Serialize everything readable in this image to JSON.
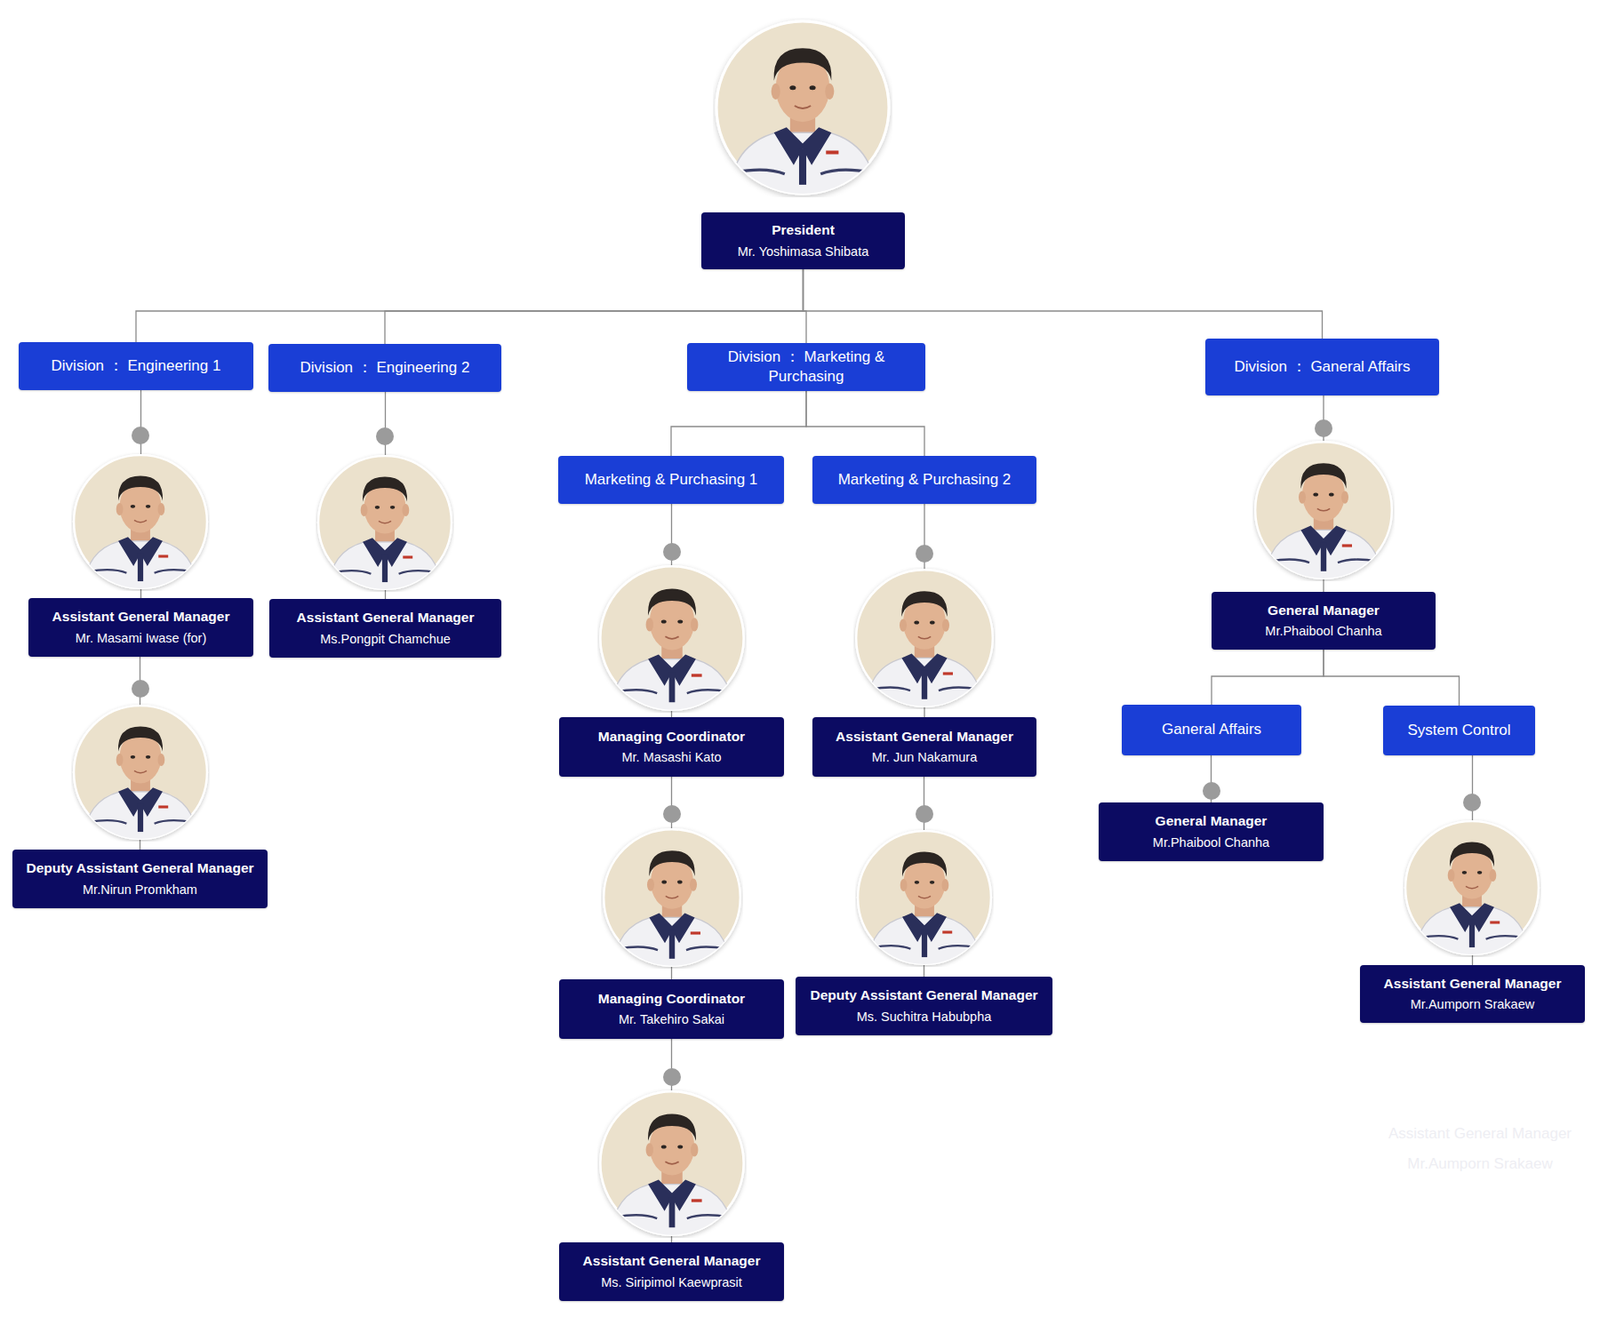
{
  "diagram": {
    "nodes": [
      {
        "text": [
          "President",
          "Mr. Yoshimasa Shibata"
        ]
      },
      {
        "text": [
          "Division ： Engineering 1"
        ]
      },
      {
        "text": [
          "Division ： Engineering 2"
        ]
      },
      {
        "text": [
          "Division ： Marketing & Purchasing"
        ]
      },
      {
        "text": [
          "Division ： Ganeral Affairs"
        ]
      },
      {
        "text": [
          "Marketing & Purchasing 1"
        ]
      },
      {
        "text": [
          "Marketing & Purchasing 2"
        ]
      },
      {
        "text": [
          "Assistant General Manager",
          "Mr. Masami Iwase (for)"
        ]
      },
      {
        "text": [
          "Assistant General Manager",
          "Ms.Pongpit Chamchue"
        ]
      },
      {
        "text": [
          "General Manager",
          "Mr.Phaibool Chanha"
        ]
      },
      {
        "text": [
          "Managing Coordinator",
          "Mr. Masashi Kato"
        ]
      },
      {
        "text": [
          "Assistant General Manager",
          "Mr. Jun Nakamura"
        ]
      },
      {
        "text": [
          "Ganeral Affairs"
        ]
      },
      {
        "text": [
          "System Control"
        ]
      },
      {
        "text": [
          "General Manager",
          "Mr.Phaibool Chanha"
        ]
      },
      {
        "text": [
          "Deputy Assistant General Manager",
          "Mr.Nirun Promkham"
        ]
      },
      {
        "text": [
          "Managing Coordinator",
          "Mr. Takehiro Sakai"
        ]
      },
      {
        "text": [
          "Deputy Assistant General Manager",
          "Ms. Suchitra Habubpha"
        ]
      },
      {
        "text": [
          "Assistant General Manager",
          "Mr.Aumporn Srakaew"
        ]
      },
      {
        "text": [
          "Assistant General Manager",
          "Ms. Siripimol Kaewprasit"
        ]
      }
    ],
    "edges": [
      {
        "from": 0,
        "to": 1,
        "arrow": "none"
      },
      {
        "from": 0,
        "to": 2,
        "arrow": "none"
      },
      {
        "from": 0,
        "to": 3,
        "arrow": "none"
      },
      {
        "from": 0,
        "to": 4,
        "arrow": "none"
      },
      {
        "from": 1,
        "to": 7,
        "arrow": "none"
      },
      {
        "from": 7,
        "to": 15,
        "arrow": "none"
      },
      {
        "from": 2,
        "to": 8,
        "arrow": "none"
      },
      {
        "from": 3,
        "to": 5,
        "arrow": "none"
      },
      {
        "from": 3,
        "to": 6,
        "arrow": "none"
      },
      {
        "from": 5,
        "to": 10,
        "arrow": "none"
      },
      {
        "from": 10,
        "to": 16,
        "arrow": "none"
      },
      {
        "from": 16,
        "to": 19,
        "arrow": "none"
      },
      {
        "from": 6,
        "to": 11,
        "arrow": "none"
      },
      {
        "from": 11,
        "to": 17,
        "arrow": "none"
      },
      {
        "from": 4,
        "to": 9,
        "arrow": "none"
      },
      {
        "from": 9,
        "to": 12,
        "arrow": "none"
      },
      {
        "from": 9,
        "to": 13,
        "arrow": "none"
      },
      {
        "from": 12,
        "to": 14,
        "arrow": "none"
      },
      {
        "from": 13,
        "to": 18,
        "arrow": "none"
      }
    ],
    "labels": [
      "Assistant General Manager",
      "Mr.Aumporn Srakaew"
    ]
  }
}
